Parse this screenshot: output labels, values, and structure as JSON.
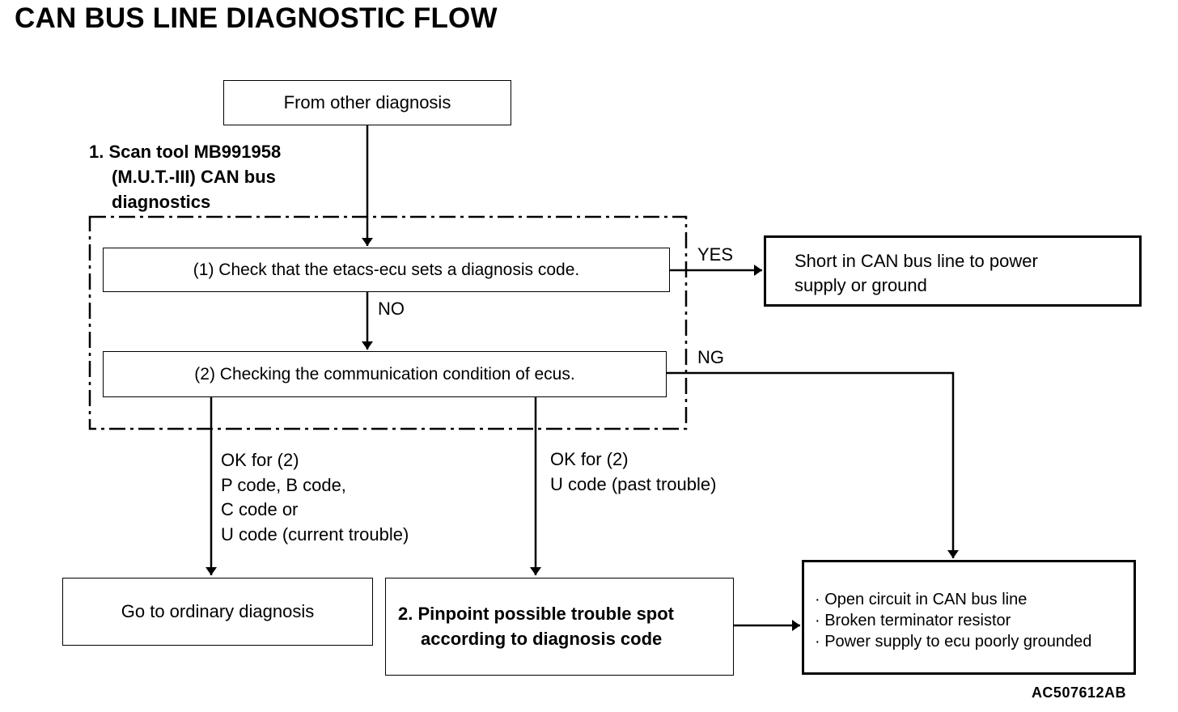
{
  "title": "CAN BUS LINE DIAGNOSTIC FLOW",
  "start_box": "From other diagnosis",
  "step1": {
    "line1": "1. Scan tool MB991958",
    "line2": "(M.U.T.-III) CAN bus",
    "line3": "diagnostics"
  },
  "check1": "(1) Check that the etacs-ecu sets a diagnosis code.",
  "check2": "(2) Checking the communication condition of ecus.",
  "labels": {
    "yes": "YES",
    "no": "NO",
    "ng": "NG"
  },
  "short_box": {
    "line1": "Short in CAN bus line to power",
    "line2": "supply or ground"
  },
  "ok_ordinary": {
    "line1": "OK for (2)",
    "line2": "P code, B code,",
    "line3": "C code or",
    "line4": "U code (current trouble)"
  },
  "ok_past": {
    "line1": "OK for (2)",
    "line2": "U code (past trouble)"
  },
  "ordinary_box": "Go to ordinary diagnosis",
  "step2": {
    "line1": "2. Pinpoint possible trouble spot",
    "line2": "according to diagnosis code"
  },
  "result_box": {
    "items": [
      "· Open circuit in CAN bus line",
      "· Broken terminator resistor",
      "· Power supply to ecu poorly grounded"
    ]
  },
  "figure_code": "AC507612AB"
}
